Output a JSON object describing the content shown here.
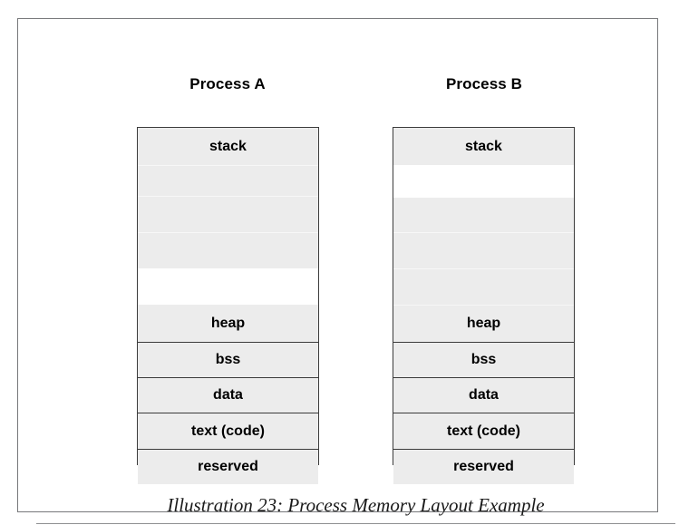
{
  "figure": {
    "caption": "Illustration 23: Process Memory Layout Example",
    "border_color": "#77787a",
    "segment_fill": "#ececec",
    "segment_border": "#3b3b3b",
    "gap_fill": "#ffffff"
  },
  "columns": [
    {
      "id": "process-a",
      "header": "Process A",
      "segments": [
        {
          "label": "stack",
          "kind": "named",
          "height": 41
        },
        {
          "label": "",
          "kind": "band",
          "height": 34
        },
        {
          "label": "",
          "kind": "band",
          "height": 40
        },
        {
          "label": "",
          "kind": "band",
          "height": 40
        },
        {
          "label": "",
          "kind": "gap",
          "height": 40
        },
        {
          "label": "heap",
          "kind": "named",
          "height": 41
        },
        {
          "label": "bss",
          "kind": "named",
          "height": 39
        },
        {
          "label": "data",
          "kind": "named",
          "height": 39
        },
        {
          "label": "text (code)",
          "kind": "named",
          "height": 40
        },
        {
          "label": "reserved",
          "kind": "named",
          "height": 39
        }
      ]
    },
    {
      "id": "process-b",
      "header": "Process B",
      "segments": [
        {
          "label": "stack",
          "kind": "named",
          "height": 41
        },
        {
          "label": "",
          "kind": "gap",
          "height": 36
        },
        {
          "label": "",
          "kind": "band",
          "height": 38
        },
        {
          "label": "",
          "kind": "band",
          "height": 40
        },
        {
          "label": "",
          "kind": "band",
          "height": 40
        },
        {
          "label": "heap",
          "kind": "named",
          "height": 41
        },
        {
          "label": "bss",
          "kind": "named",
          "height": 39
        },
        {
          "label": "data",
          "kind": "named",
          "height": 39
        },
        {
          "label": "text (code)",
          "kind": "named",
          "height": 40
        },
        {
          "label": "reserved",
          "kind": "named",
          "height": 39
        }
      ]
    }
  ]
}
